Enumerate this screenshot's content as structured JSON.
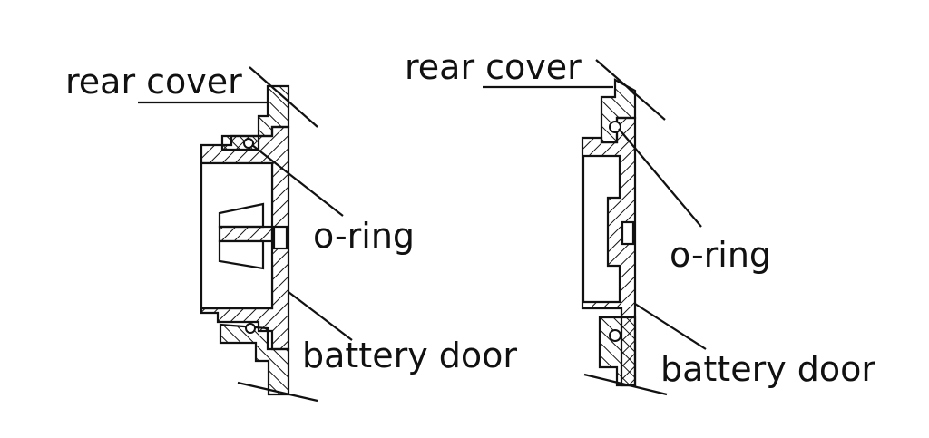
{
  "diagrams": [
    {
      "id": "left",
      "labels": {
        "rear_cover": "rear cover",
        "o_ring": "o-ring",
        "battery_door": "battery door"
      }
    },
    {
      "id": "right",
      "labels": {
        "rear_cover": "rear cover",
        "o_ring": "o-ring",
        "battery_door": "battery door"
      }
    }
  ],
  "colors": {
    "line": "#111111",
    "background": "#ffffff"
  }
}
